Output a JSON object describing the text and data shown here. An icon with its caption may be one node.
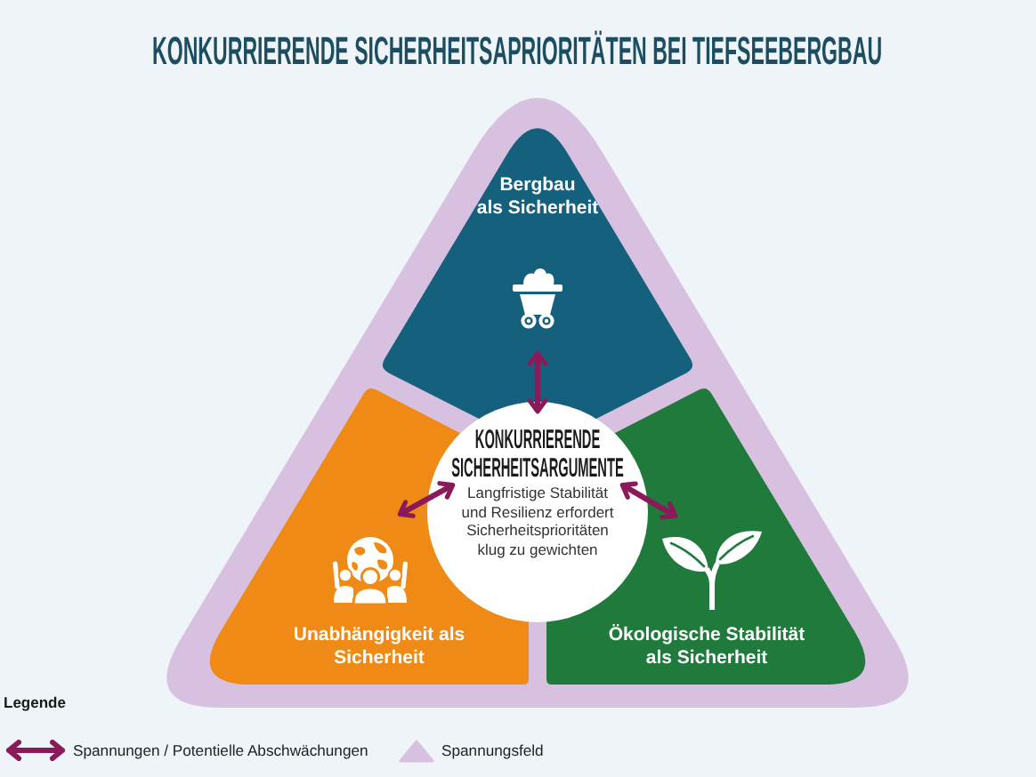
{
  "diagram": {
    "title": "KONKURRIERENDE SICHERHEITSAPRIORITÄTEN BEI TIEFSEEBERGBAU",
    "nodes": [
      {
        "text": [],
        "shape": "triangle"
      },
      {
        "text": [
          "Bergbau als Sicherheit"
        ],
        "in": 0
      },
      {
        "text": [
          "KONKURRIERENDE SICHERHEITSARGUMENTE",
          "Langfristige Stabilität und Resilienz erfordert Sicherheitsprioritäten klug zu gewichten"
        ],
        "in": 0
      },
      {
        "text": [
          "Unabhängigkeit als Sicherheit"
        ],
        "in": 0
      },
      {
        "text": [
          "Ökologische Stabilität als Sicherheit"
        ],
        "in": 0
      }
    ],
    "edges": [
      {
        "from": 2,
        "to": 1,
        "arrow": "both"
      },
      {
        "from": 2,
        "to": 3,
        "arrow": "both"
      },
      {
        "from": 2,
        "to": 4,
        "arrow": "both"
      }
    ],
    "labels": [
      "Legende"
    ],
    "legend": [
      {
        "text": "Spannungen / Potentielle Abschwächungen"
      },
      {
        "text": "Spannungsfeld",
        "color": "#d8c1e0"
      }
    ]
  }
}
